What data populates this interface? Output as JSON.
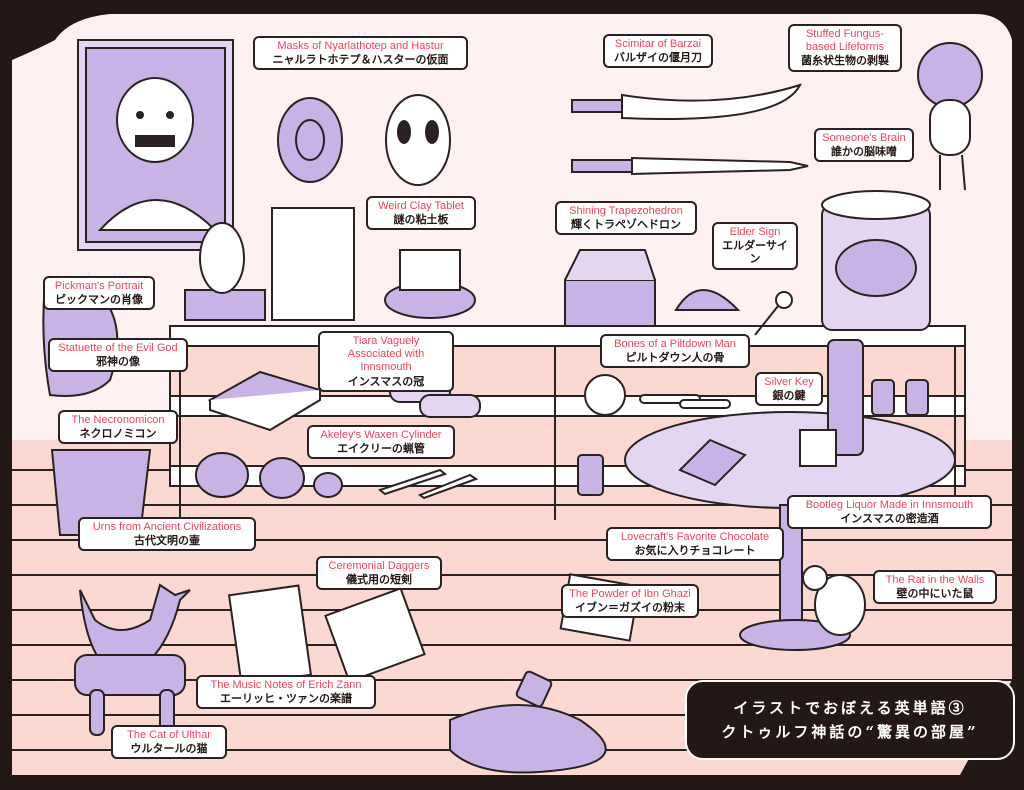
{
  "title": {
    "line1": "イラストでおぼえる英単語③",
    "line2": "クトゥルフ神話の“驚異の部屋”"
  },
  "colors": {
    "frame": "#231815",
    "wall": "#fdf1f1",
    "floor": "#fbd8d2",
    "purple": "#c9b3e6",
    "purple_dark": "#a88ccf",
    "label_en": "#f0435c",
    "label_ja": "#231815",
    "outline": "#2a2222"
  },
  "labels": [
    {
      "id": "masks",
      "en": "Masks of Nyarlathotep and Hastur",
      "ja": "ニャルラトホテプ＆ハスターの仮面"
    },
    {
      "id": "scimitar",
      "en": "Scimitar of Barzai",
      "ja": "バルザイの偃月刀"
    },
    {
      "id": "fungus",
      "en": "Stuffed Fungus-based Lifeforms",
      "ja": "菌糸状生物の剥製"
    },
    {
      "id": "brain",
      "en": "Someone's Brain",
      "ja": "誰かの脳味噌"
    },
    {
      "id": "clay-tablet",
      "en": "Weird Clay Tablet",
      "ja": "謎の粘土板"
    },
    {
      "id": "trapezohedron",
      "en": "Shining Trapezohedron",
      "ja": "輝くトラペゾヘドロン"
    },
    {
      "id": "elder-sign",
      "en": "Elder Sign",
      "ja": "エルダーサイン"
    },
    {
      "id": "pickman",
      "en": "Pickman's Portrait",
      "ja": "ピックマンの肖像"
    },
    {
      "id": "statuette",
      "en": "Statuette of the Evil God",
      "ja": "邪神の像"
    },
    {
      "id": "tiara",
      "en": "Tiara Vaguely Associated with Innsmouth",
      "ja": "インスマスの冠"
    },
    {
      "id": "piltdown",
      "en": "Bones of a Piltdown Man",
      "ja": "ピルトダウン人の骨"
    },
    {
      "id": "silver-key",
      "en": "Silver Key",
      "ja": "銀の鍵"
    },
    {
      "id": "necronomicon",
      "en": "The Necronomicon",
      "ja": "ネクロノミコン"
    },
    {
      "id": "cylinder",
      "en": "Akeley's Waxen Cylinder",
      "ja": "エイクリーの蝋管"
    },
    {
      "id": "urns",
      "en": "Urns from Ancient Civilizations",
      "ja": "古代文明の壷"
    },
    {
      "id": "liquor",
      "en": "Bootleg Liquor Made in Innsmouth",
      "ja": "インスマスの密造酒"
    },
    {
      "id": "chocolate",
      "en": "Lovecraft's Favorite Chocolate",
      "ja": "お気に入りチョコレート"
    },
    {
      "id": "daggers",
      "en": "Ceremonial Daggers",
      "ja": "儀式用の短剣"
    },
    {
      "id": "powder",
      "en": "The Powder of Ibn Ghazi",
      "ja": "イブン＝ガズイの粉末"
    },
    {
      "id": "rat",
      "en": "The Rat in the Walls",
      "ja": "壁の中にいた鼠"
    },
    {
      "id": "music-notes",
      "en": "The Music Notes of Erich Zann",
      "ja": "エーリッヒ・ツァンの楽譜"
    },
    {
      "id": "cat",
      "en": "The Cat of Ulthar",
      "ja": "ウルタールの猫"
    }
  ]
}
